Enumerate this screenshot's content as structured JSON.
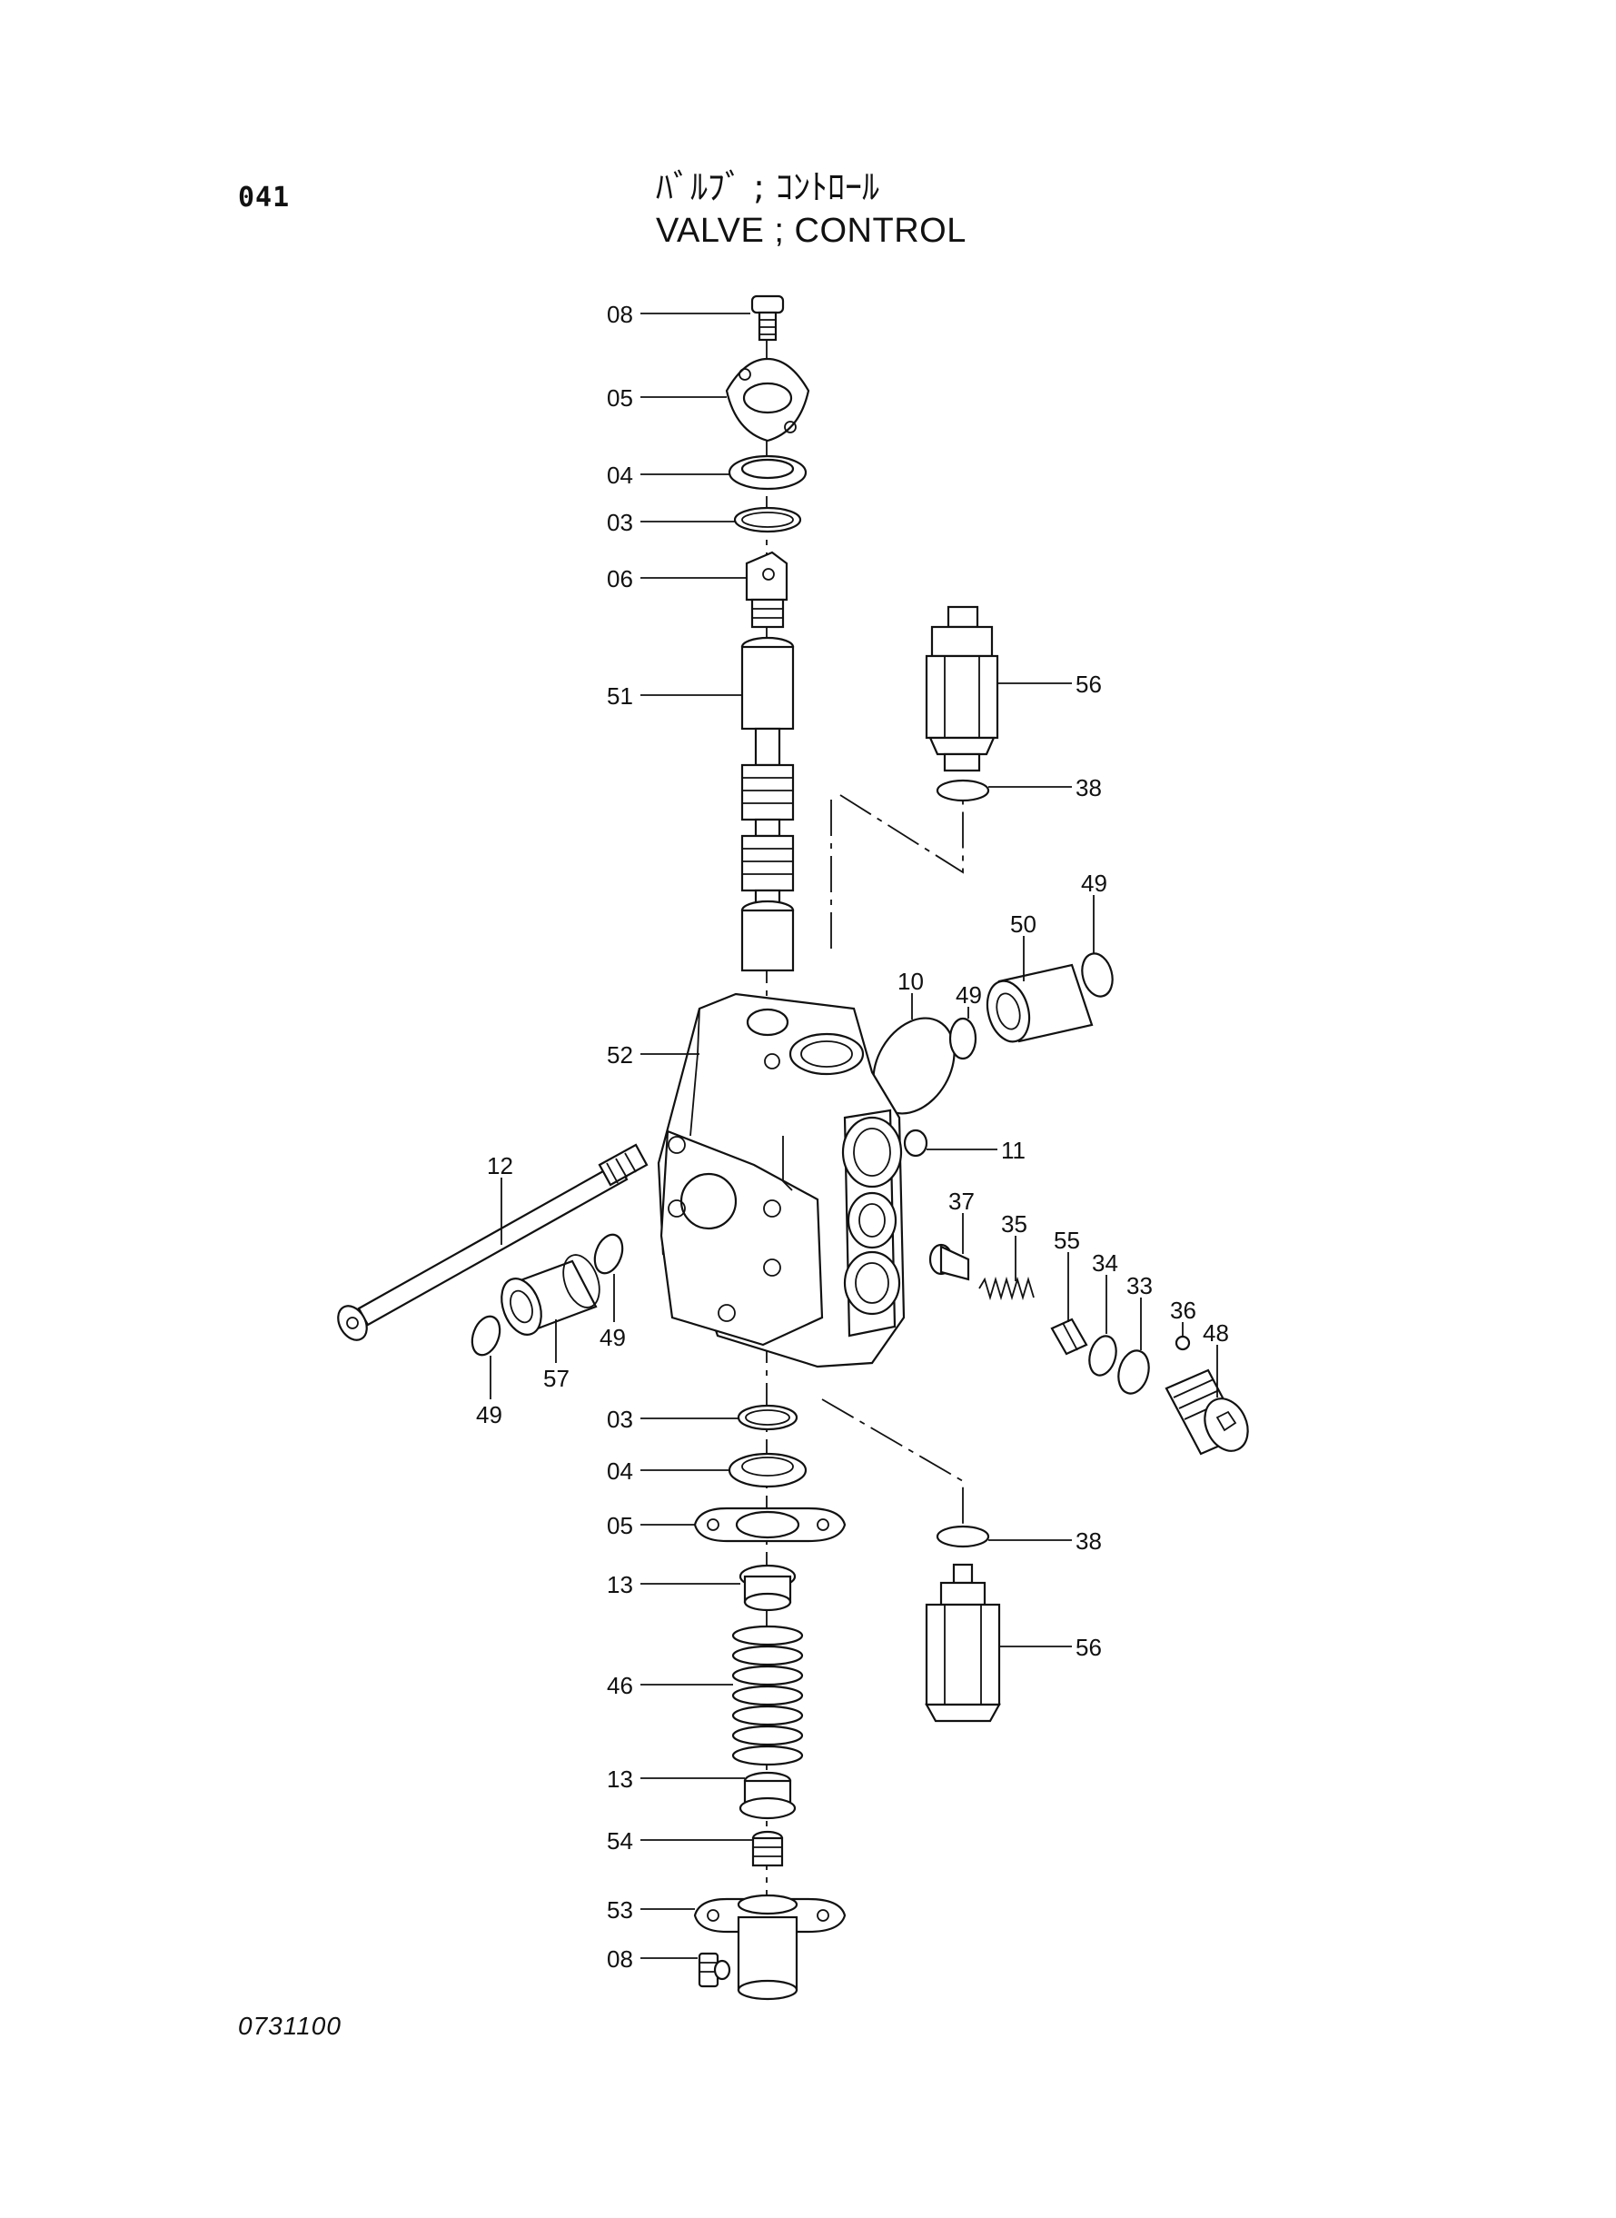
{
  "header": {
    "page_number": "041",
    "title_jp": "ﾊﾞﾙﾌﾞ ; ｺﾝﾄﾛｰﾙ",
    "title_en": "VALVE ; CONTROL"
  },
  "footer": {
    "drawing_number": "0731100"
  },
  "callouts": [
    {
      "id": "c01",
      "label": "08"
    },
    {
      "id": "c02",
      "label": "05"
    },
    {
      "id": "c03",
      "label": "04"
    },
    {
      "id": "c04",
      "label": "03"
    },
    {
      "id": "c05",
      "label": "06"
    },
    {
      "id": "c06",
      "label": "51"
    },
    {
      "id": "c07",
      "label": "56"
    },
    {
      "id": "c08",
      "label": "38"
    },
    {
      "id": "c09",
      "label": "49"
    },
    {
      "id": "c10",
      "label": "50"
    },
    {
      "id": "c11",
      "label": "49"
    },
    {
      "id": "c12",
      "label": "10"
    },
    {
      "id": "c13",
      "label": "52"
    },
    {
      "id": "c14",
      "label": "11"
    },
    {
      "id": "c15",
      "label": "12"
    },
    {
      "id": "c16",
      "label": "37"
    },
    {
      "id": "c17",
      "label": "35"
    },
    {
      "id": "c18",
      "label": "55"
    },
    {
      "id": "c19",
      "label": "34"
    },
    {
      "id": "c20",
      "label": "33"
    },
    {
      "id": "c21",
      "label": "36"
    },
    {
      "id": "c22",
      "label": "48"
    },
    {
      "id": "c23",
      "label": "49"
    },
    {
      "id": "c24",
      "label": "57"
    },
    {
      "id": "c25",
      "label": "49"
    },
    {
      "id": "c26",
      "label": "03"
    },
    {
      "id": "c27",
      "label": "04"
    },
    {
      "id": "c28",
      "label": "05"
    },
    {
      "id": "c29",
      "label": "38"
    },
    {
      "id": "c30",
      "label": "13"
    },
    {
      "id": "c31",
      "label": "56"
    },
    {
      "id": "c32",
      "label": "46"
    },
    {
      "id": "c33",
      "label": "13"
    },
    {
      "id": "c34",
      "label": "54"
    },
    {
      "id": "c35",
      "label": "53"
    },
    {
      "id": "c36",
      "label": "08"
    }
  ]
}
